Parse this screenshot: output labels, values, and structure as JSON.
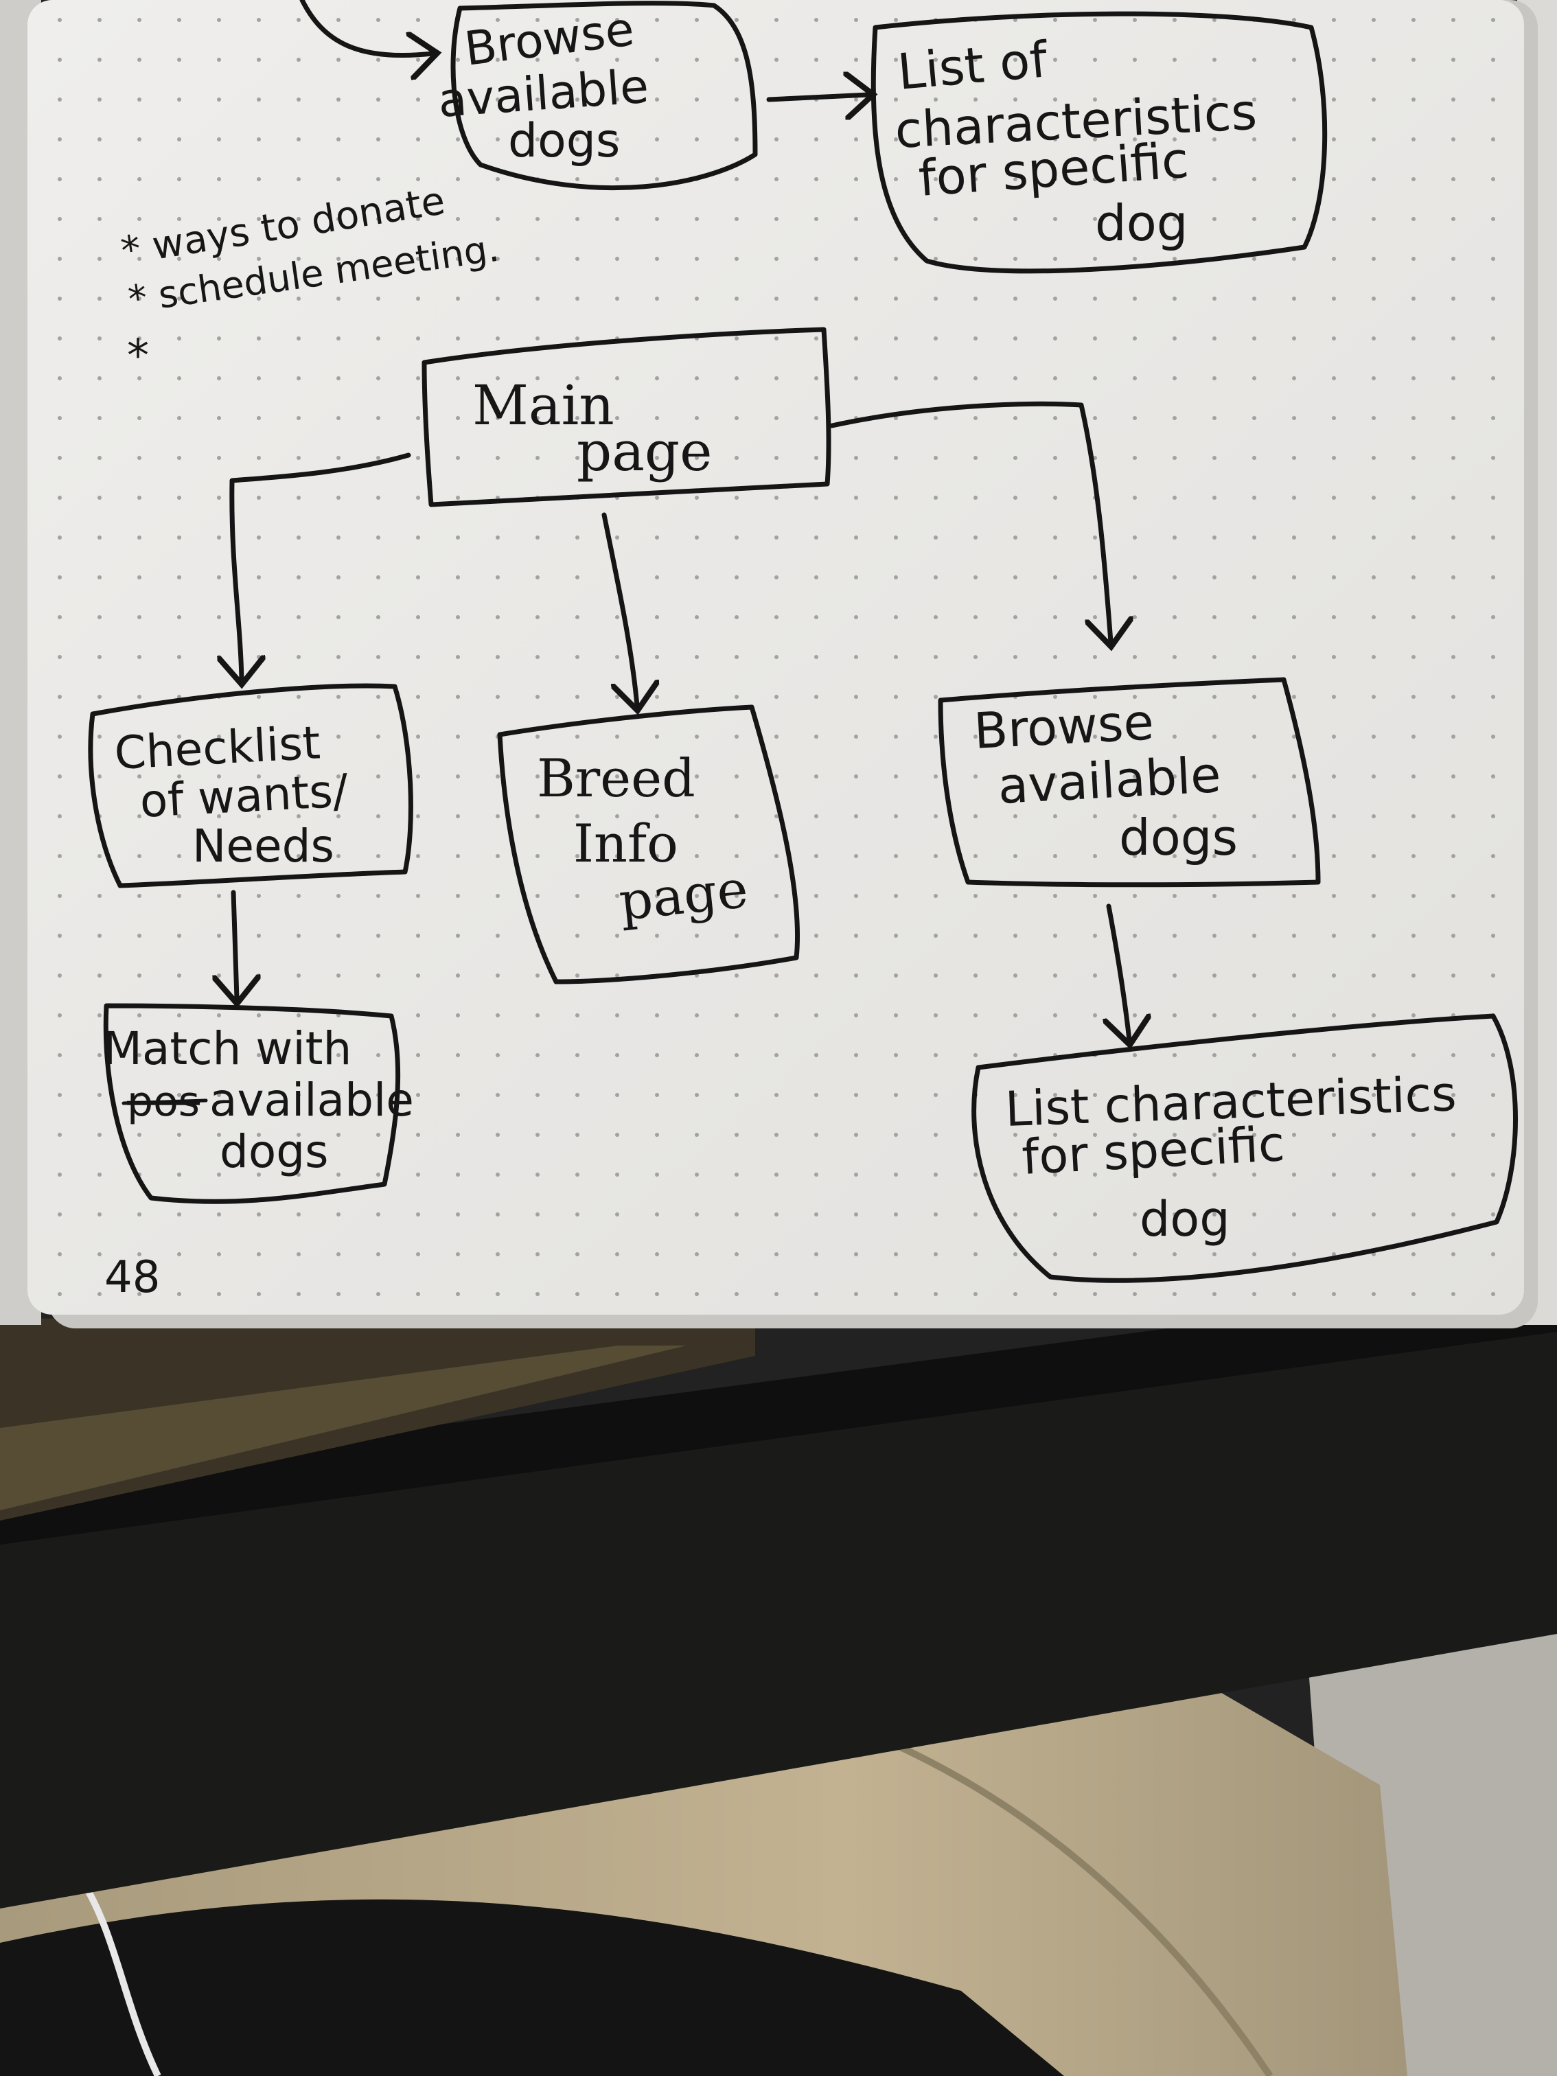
{
  "colors": {
    "paper": "#e9e8e6",
    "ink": "#151515",
    "desk": "#1c1c1b",
    "fabric": "#b8a888",
    "floor": "#b4b1ab"
  },
  "notes": {
    "line1": "* ways to donate",
    "line2": "* schedule meeting.",
    "line3": "*"
  },
  "top_row": {
    "browse": [
      "Browse",
      "available",
      "dogs"
    ],
    "list": [
      "List of",
      "characteristics",
      "for specific",
      "dog"
    ]
  },
  "nodes": {
    "main": [
      "Main",
      "page"
    ],
    "checklist": [
      "Checklist",
      "of wants/",
      "Needs"
    ],
    "breed": [
      "Breed",
      "Info",
      "page"
    ],
    "browse": [
      "Browse",
      "available",
      "dogs"
    ],
    "match": [
      "Match with",
      "pos",
      "available",
      "dogs"
    ],
    "list": [
      "List characteristics",
      "for specific",
      "dog"
    ]
  },
  "page_number": "48"
}
